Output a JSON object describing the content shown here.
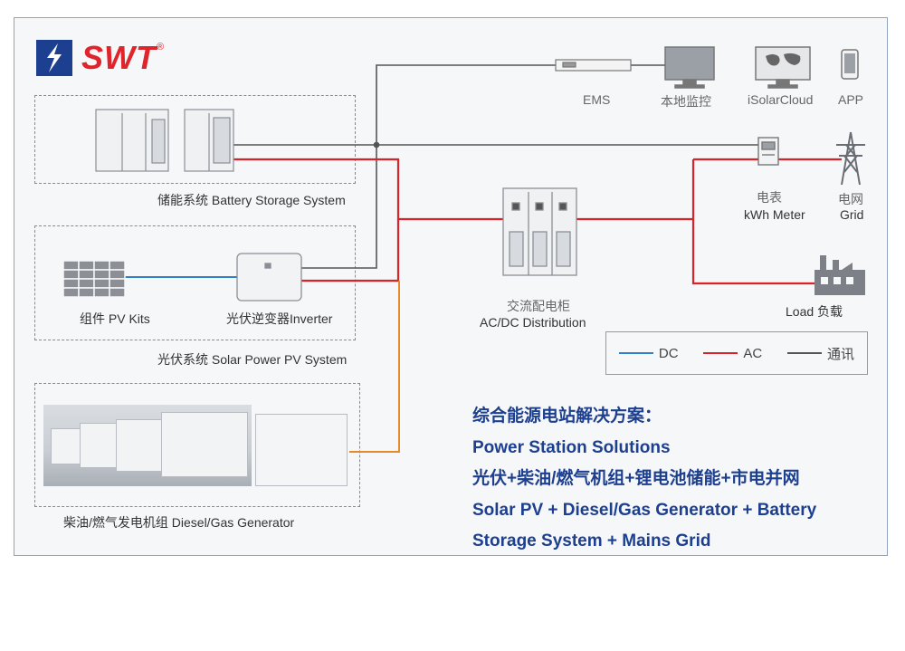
{
  "logo": {
    "brand": "SWT",
    "registered": "®"
  },
  "battery": {
    "label": "储能系统 Battery Storage System"
  },
  "pv_system": {
    "label": "光伏系统 Solar Power PV System"
  },
  "pv_kits": {
    "label": "组件 PV Kits"
  },
  "inverter": {
    "label": "光伏逆变器Inverter"
  },
  "generator": {
    "label": "柴油/燃气发电机组 Diesel/Gas Generator"
  },
  "monitoring": {
    "ems": "EMS",
    "local": "本地监控",
    "cloud": "iSolarCloud",
    "app": "APP"
  },
  "meter": {
    "cn": "电表",
    "en": "kWh Meter"
  },
  "grid": {
    "cn": "电网",
    "en": "Grid"
  },
  "load": {
    "label": "Load  负载"
  },
  "distribution": {
    "cn": "交流配电柜",
    "en": "AC/DC Distribution"
  },
  "legend": {
    "dc": "DC",
    "ac": "AC",
    "comm": "通讯"
  },
  "colors": {
    "dc": "#2f80c8",
    "ac": "#d9232a",
    "comm": "#555555",
    "gen_feed": "#e8892a",
    "title": "#1d3f8f"
  },
  "solution": {
    "line1": "综合能源电站解决方案：",
    "line2": "Power Station Solutions",
    "line3": "光伏+柴油/燃气机组+锂电池储能+市电并网",
    "line4": "Solar PV + Diesel/Gas Generator + Battery",
    "line5": "Storage System + Mains Grid"
  }
}
